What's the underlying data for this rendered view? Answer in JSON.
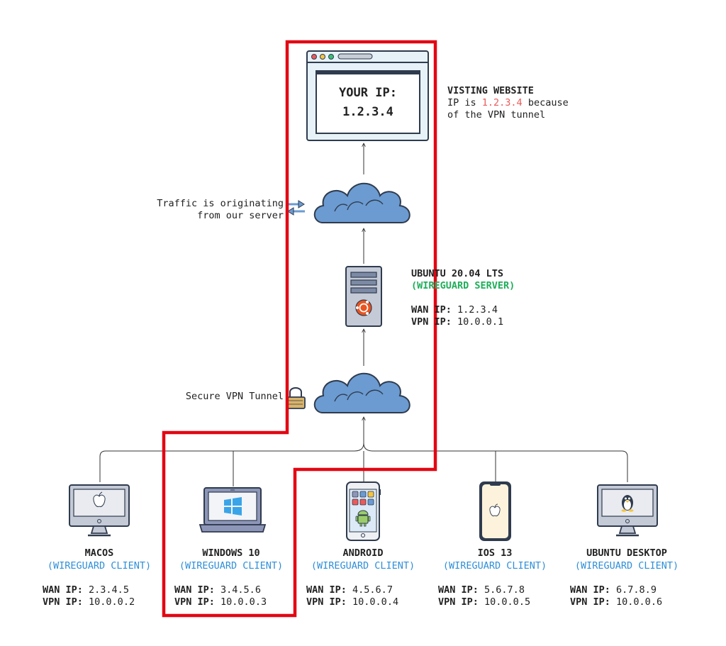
{
  "website": {
    "screen_line1": "YOUR IP:",
    "screen_line2": "1.2.3.4",
    "title": "VISTING WEBSITE",
    "desc_prefix": "IP is ",
    "desc_ip": "1.2.3.4",
    "desc_suffix": " because",
    "desc_line2": "of the VPN tunnel"
  },
  "internet": {
    "label_line1": "Traffic is originating",
    "label_line2": "from our server"
  },
  "server": {
    "name": "UBUNTU 20.04 LTS",
    "role": "(WIREGUARD SERVER)",
    "wan_label": "WAN IP:",
    "wan_value": "1.2.3.4",
    "vpn_label": "VPN IP:",
    "vpn_value": "10.0.0.1"
  },
  "tunnel": {
    "label": "Secure VPN Tunnel"
  },
  "clients": [
    {
      "name": "MACOS",
      "role": "(WIREGUARD CLIENT)",
      "wan_label": "WAN IP:",
      "wan_value": "2.3.4.5",
      "vpn_label": "VPN IP:",
      "vpn_value": "10.0.0.2"
    },
    {
      "name": "WINDOWS 10",
      "role": "(WIREGUARD CLIENT)",
      "wan_label": "WAN IP:",
      "wan_value": "3.4.5.6",
      "vpn_label": "VPN IP:",
      "vpn_value": "10.0.0.3"
    },
    {
      "name": "ANDROID",
      "role": "(WIREGUARD CLIENT)",
      "wan_label": "WAN IP:",
      "wan_value": "4.5.6.7",
      "vpn_label": "VPN IP:",
      "vpn_value": "10.0.0.4"
    },
    {
      "name": "IOS 13",
      "role": "(WIREGUARD CLIENT)",
      "wan_label": "WAN IP:",
      "wan_value": "5.6.7.8",
      "vpn_label": "VPN IP:",
      "vpn_value": "10.0.0.5"
    },
    {
      "name": "UBUNTU DESKTOP",
      "role": "(WIREGUARD CLIENT)",
      "wan_label": "WAN IP:",
      "wan_value": "6.7.8.9",
      "vpn_label": "VPN IP:",
      "vpn_value": "10.0.0.6"
    }
  ],
  "colors": {
    "highlight": "#e30613",
    "cloud": "#6b9bd1",
    "label_green": "#1fae5a",
    "label_blue": "#2f8fd8",
    "ip_red": "#ec5a5a"
  },
  "icons": [
    "browser-window-icon",
    "cloud-icon",
    "server-tower-icon",
    "ubuntu-logo-icon",
    "padlock-icon",
    "imac-icon",
    "apple-logo-icon",
    "laptop-icon",
    "windows-logo-icon",
    "android-phone-icon",
    "android-robot-icon",
    "iphone-icon",
    "tux-penguin-icon",
    "exchange-arrows-icon"
  ]
}
